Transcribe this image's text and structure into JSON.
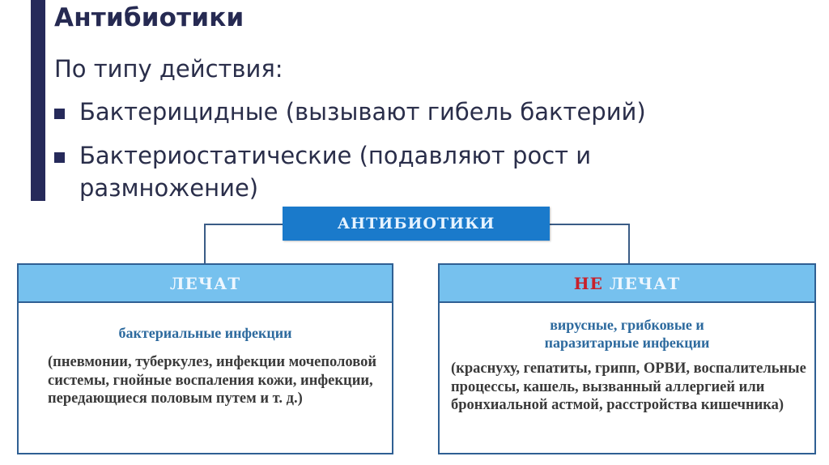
{
  "slide": {
    "title": "Антибиотики",
    "subtitle": "По типу действия:",
    "bullets": [
      "Бактерицидные (вызывают гибель бактерий)",
      "Бактериостатические (подавляют рост и размножение)"
    ],
    "colors": {
      "accent_bar": "#262a5a",
      "root_box": "#1a7acb",
      "branch_header": "#76c1ee",
      "branch_border": "#2f5f93",
      "kind_text": "#2d6a9e",
      "negation": "#c8202a"
    }
  },
  "diagram": {
    "root": "АНТИБИОТИКИ",
    "branches": [
      {
        "header": "ЛЕЧАТ",
        "kind": "бактериальные инфекции",
        "examples": "(пневмонии, туберкулез, инфекции мочеполовой системы, гнойные воспаления кожи, инфекции, передающиеся половым путем и т. д.)"
      },
      {
        "header_negation": "НЕ",
        "header": "ЛЕЧАТ",
        "kind": "вирусные, грибковые и паразитарные инфекции",
        "examples": "(краснуху, гепатиты, грипп, ОРВИ, воспалительные процессы, кашель, вызванный аллергией или бронхиальной астмой, расстройства кишечника)"
      }
    ]
  }
}
